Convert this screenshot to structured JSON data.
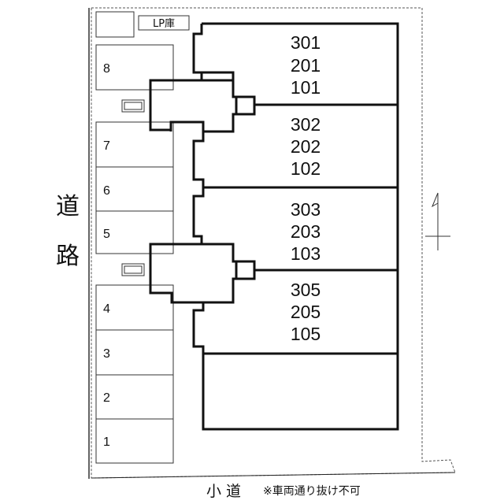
{
  "site": {
    "road_label": "道路",
    "road_chars": [
      "道",
      "路"
    ],
    "small_road_label": "小 道",
    "small_road_note": "※車両通り抜け不可",
    "lp_label": "LP庫"
  },
  "parking": {
    "slots": [
      "8",
      "7",
      "6",
      "5",
      "4",
      "3",
      "2",
      "1"
    ]
  },
  "building": {
    "units": [
      [
        "301",
        "201",
        "101"
      ],
      [
        "302",
        "202",
        "102"
      ],
      [
        "303",
        "203",
        "103"
      ],
      [
        "305",
        "205",
        "105"
      ]
    ]
  },
  "compass": {
    "icon": "north-arrow-icon"
  }
}
